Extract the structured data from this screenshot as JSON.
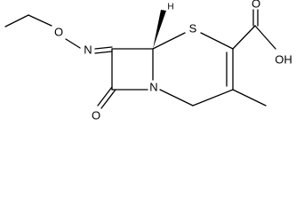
{
  "molecule": {
    "atoms": {
      "oxime_O": "O",
      "oxime_N": "N",
      "ring_N": "N",
      "ring_S": "S",
      "carbonyl_O": "O",
      "hydroxyl": "OH",
      "acid_O": "O",
      "stereo_H": "H"
    },
    "colors": {
      "bond": "#000000",
      "background": "#ffffff"
    }
  }
}
